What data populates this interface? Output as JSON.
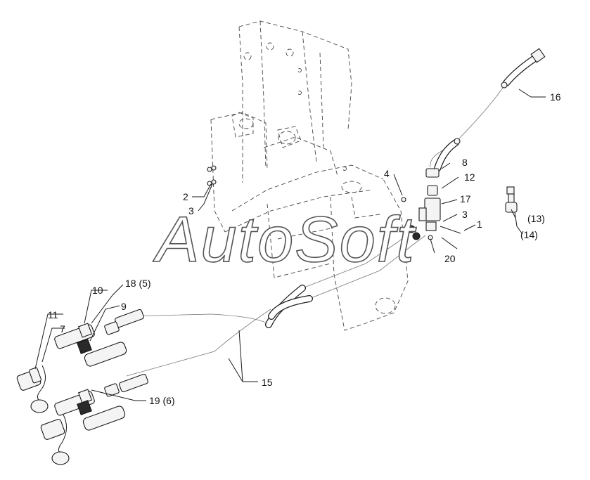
{
  "watermark": "AutoSoft",
  "callouts": {
    "c1": "1",
    "c2": "2",
    "c3a": "3",
    "c3b": "3",
    "c4": "4",
    "c7": "7",
    "c8": "8",
    "c9": "9",
    "c10": "10",
    "c11": "11",
    "c12": "12",
    "c13": "(13)",
    "c14": "(14)",
    "c15": "15",
    "c16": "16",
    "c17": "17",
    "c18": "18 (5)",
    "c19": "19 (6)",
    "c20": "20"
  }
}
